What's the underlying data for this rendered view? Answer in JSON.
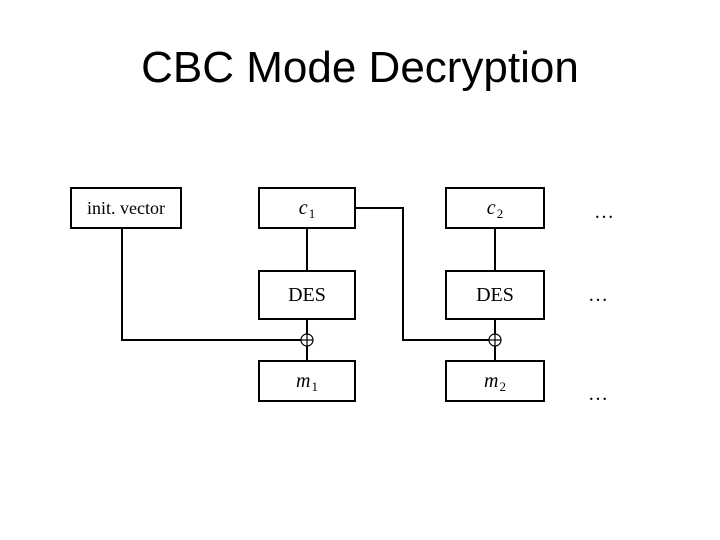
{
  "title": "CBC Mode Decryption",
  "iv_label": "init. vector",
  "blocks": [
    {
      "cipher": {
        "var": "c",
        "sub": "1"
      },
      "cipher_fn": "DES",
      "plain": {
        "var": "m",
        "sub": "1"
      }
    },
    {
      "cipher": {
        "var": "c",
        "sub": "2"
      },
      "cipher_fn": "DES",
      "plain": {
        "var": "m",
        "sub": "2"
      }
    }
  ],
  "ellipsis": "…",
  "xor_symbol": "⊕"
}
